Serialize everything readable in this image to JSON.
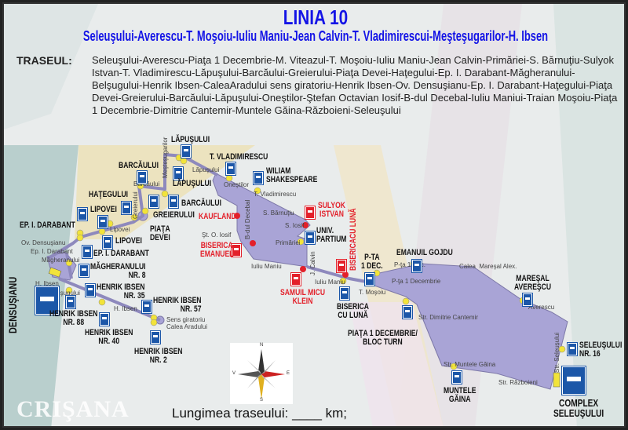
{
  "header": {
    "title": "LINIA 10",
    "subtitle": "Seleuşului-Averescu-T. Moşoiu-Iuliu Maniu-Jean Calvin-T. Vladimirescui-Meşteşugarilor-H. Ibsen"
  },
  "route": {
    "label": "TRASEUL:",
    "text": "Seleuşului-Averescu-Piaţa 1 Decembrie-M. Viteazul-T. Moşoiu-Iuliu Maniu-Jean Calvin-Primăriei-S. Bărnuţiu-Sulyok Istvan-T. Vladimirescu-Lăpuşului-Barcăului-Greierului-Piaţa Devei-Haţegului-Ep. I. Darabant-Măgheranului-Belşugului-Henrik Ibsen-CaleaAradului sens giratoriu-Henrik Ibsen-Ov. Densuşianu-Ep. I. Darabant-Haţegului-Piaţa Devei-Greierului-Barcăului-Lăpuşului-Oneştilor-Ştefan Octavian Iosif-B-dul Decebal-Iuliu Maniui-Traian Moşoiu-Piaţa 1 Decembrie-Dimitrie Cantemir-Muntele Găina-Războieni-Seleuşului"
  },
  "stops": [
    {
      "label": "LĂPUŞULUI"
    },
    {
      "label": "T. VLADIMIRESCU"
    },
    {
      "label": "WILIAM\nSHAKESPEARE"
    },
    {
      "label": "LĂPUŞULUI"
    },
    {
      "label": "BARCĂULUI"
    },
    {
      "label": "BARCĂULUI"
    },
    {
      "label": "HAŢEGULUI"
    },
    {
      "label": "GREIERULUI"
    },
    {
      "label": "LIPOVEI"
    },
    {
      "label": "PIAŢA\nDEVEI"
    },
    {
      "label": "EP. I. DARABANT"
    },
    {
      "label": "LIPOVEI"
    },
    {
      "label": "EP. I. DARABANT"
    },
    {
      "label": "MĂGHERANULUI\nNR. 8"
    },
    {
      "label": "HENRIK IBSEN\nNR. 35"
    },
    {
      "label": "HENRIK IBSEN\nNR. 57"
    },
    {
      "label": "HENRIK IBSEN\nNR. 88"
    },
    {
      "label": "HENRIK IBSEN\nNR. 40"
    },
    {
      "label": "HENRIK IBSEN\nNR. 2"
    },
    {
      "label": "DENSUŞIANU"
    },
    {
      "label": "UNIV.\nPARTIUM"
    },
    {
      "label": "P-TA\n1 DEC."
    },
    {
      "label": "EMANUIL GOJDU"
    },
    {
      "label": "BISERICA\nCU LUNĂ"
    },
    {
      "label": "PIAŢA 1 DECEMBRIE/\nBLOC TURN"
    },
    {
      "label": "MAREŞAL\nAVEREŞCU"
    },
    {
      "label": "SELEUŞULUI\nNR. 16"
    },
    {
      "label": "MUNTELE\nGĂINA"
    },
    {
      "label": "COMPLEX\nSELEUŞULUI"
    }
  ],
  "landmarks": [
    {
      "label": "KAUFLAND"
    },
    {
      "label": "BISERICA\nEMANUEL"
    },
    {
      "label": "SULYOK\nISTVAN"
    },
    {
      "label": "BISERICACU LUNĂ"
    },
    {
      "label": "SAMUIL MICU\nKLEIN"
    }
  ],
  "streets": [
    "Lăpuşului",
    "Meşteşugarilor",
    "Barcăului",
    "Greierului",
    "Lipovei",
    "Ov. Densuşianu",
    "Ep. I. Darabant",
    "Măgheranului",
    "H. Ibsen",
    "Belşugului",
    "H. Ibsen",
    "Sens giratoriu\nCalea Aradului",
    "T. Vladimirescu",
    "Oneştilor",
    "S. Bărnuţiu",
    "S. Iosif",
    "Primăriei",
    "J. Calvin",
    "B-dul Decebal",
    "Şt. O. Iosif",
    "Iuliu Maniu",
    "Iuliu Maniu",
    "T. Moşoiu",
    "P-ţa 1 Dec.",
    "P-ţa 1 Decembrie",
    "Calea  Mareşal Alex.",
    "Averescu",
    "Str. Seleuşului",
    "Str. Războieni",
    "Str. Muntele Găina",
    "Str. Dimitrie Cantemir"
  ],
  "compass": {
    "n": "N",
    "s": "S",
    "e": "E",
    "w": "V"
  },
  "footer": {
    "length_label": "Lungimea traseului: ____ km;"
  },
  "watermark": "CRIŞANA",
  "colors": {
    "title": "#1414e6",
    "route": "#a9a4d6",
    "stop": "#1c57a8",
    "landmark": "#e3202a",
    "stop_marker": "#f2e33a"
  }
}
